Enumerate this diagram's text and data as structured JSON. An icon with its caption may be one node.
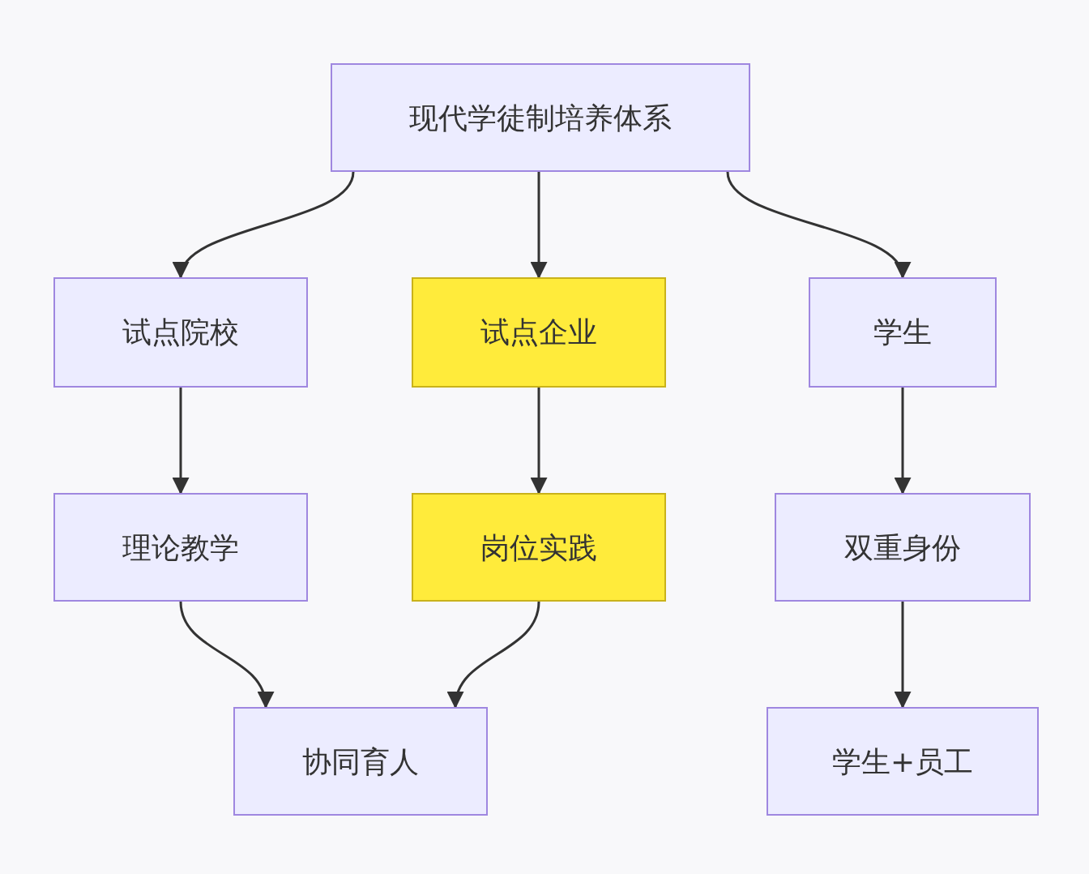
{
  "diagram": {
    "nodes": [
      {
        "text": [
          "现代学徒制培养体系"
        ]
      },
      {
        "text": [
          "试点院校"
        ]
      },
      {
        "text": [
          "试点企业"
        ]
      },
      {
        "text": [
          "学生"
        ]
      },
      {
        "text": [
          "理论教学"
        ]
      },
      {
        "text": [
          "岗位实践"
        ]
      },
      {
        "text": [
          "双重身份"
        ]
      },
      {
        "text": [
          "协同育人"
        ]
      },
      {
        "text": [
          "学生+员工"
        ]
      }
    ],
    "edges": [
      {
        "from": 0,
        "to": 1,
        "arrow": "to"
      },
      {
        "from": 0,
        "to": 2,
        "arrow": "to"
      },
      {
        "from": 0,
        "to": 3,
        "arrow": "to"
      },
      {
        "from": 1,
        "to": 4,
        "arrow": "to"
      },
      {
        "from": 2,
        "to": 5,
        "arrow": "to"
      },
      {
        "from": 3,
        "to": 6,
        "arrow": "to"
      },
      {
        "from": 4,
        "to": 7,
        "arrow": "to"
      },
      {
        "from": 5,
        "to": 7,
        "arrow": "to"
      },
      {
        "from": 6,
        "to": 8,
        "arrow": "to"
      }
    ]
  }
}
